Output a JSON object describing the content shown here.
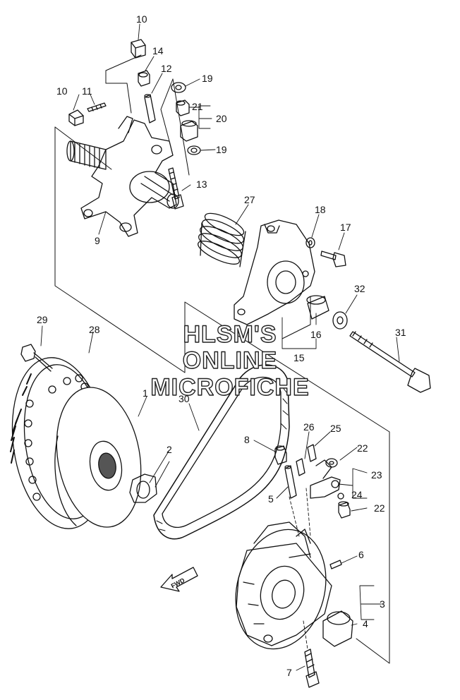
{
  "diagram": {
    "part_numbers": {
      "p1": "1",
      "p2": "2",
      "p3": "3",
      "p4": "4",
      "p5": "5",
      "p6": "6",
      "p7": "7",
      "p8": "8",
      "p9": "9",
      "p10a": "10",
      "p10b": "10",
      "p11": "11",
      "p12": "12",
      "p13": "13",
      "p14": "14",
      "p15": "15",
      "p16": "16",
      "p17": "17",
      "p18": "18",
      "p19a": "19",
      "p19b": "19",
      "p20": "20",
      "p21": "21",
      "p22a": "22",
      "p22b": "22",
      "p23": "23",
      "p24": "24",
      "p25": "25",
      "p26": "26",
      "p27": "27",
      "p28": "28",
      "p29": "29",
      "p30": "30",
      "p31": "31",
      "p32": "32"
    },
    "direction_label": "FWD"
  },
  "watermark": {
    "line1": "HLSM'S",
    "line2": "ONLINE",
    "line3": "MICROFICHE"
  }
}
